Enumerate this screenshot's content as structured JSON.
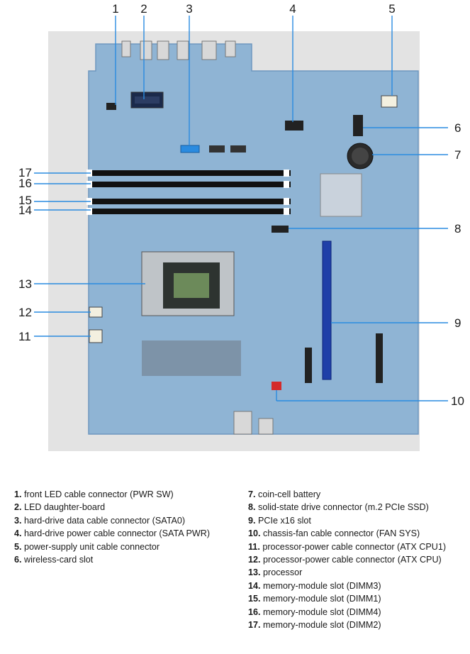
{
  "callouts": [
    "1",
    "2",
    "3",
    "4",
    "5",
    "6",
    "7",
    "8",
    "9",
    "10",
    "11",
    "12",
    "13",
    "14",
    "15",
    "16",
    "17"
  ],
  "legend": [
    {
      "num": "1.",
      "text": "front LED cable connector (PWR SW)"
    },
    {
      "num": "2.",
      "text": "LED daughter-board"
    },
    {
      "num": "3.",
      "text": "hard-drive data cable connector (SATA0)"
    },
    {
      "num": "4.",
      "text": "hard-drive power cable connector (SATA PWR)"
    },
    {
      "num": "5.",
      "text": "power-supply unit cable connector"
    },
    {
      "num": "6.",
      "text": "wireless-card slot"
    },
    {
      "num": "7.",
      "text": "coin-cell battery"
    },
    {
      "num": "8.",
      "text": "solid-state drive connector (m.2 PCIe SSD)"
    },
    {
      "num": "9.",
      "text": "PCIe x16 slot"
    },
    {
      "num": "10.",
      "text": "chassis-fan cable connector (FAN SYS)"
    },
    {
      "num": "11.",
      "text": "processor-power cable connector (ATX CPU1)"
    },
    {
      "num": "12.",
      "text": "processor-power cable connector (ATX CPU)"
    },
    {
      "num": "13.",
      "text": "processor"
    },
    {
      "num": "14.",
      "text": "memory-module slot (DIMM3)"
    },
    {
      "num": "15.",
      "text": "memory-module slot (DIMM1)"
    },
    {
      "num": "16.",
      "text": "memory-module slot (DIMM4)"
    },
    {
      "num": "17.",
      "text": "memory-module slot (DIMM2)"
    }
  ],
  "colors": {
    "board": "#8fb4d4",
    "board_dark": "#6f97bf",
    "slot": "#111111",
    "pcie": "#1f3fa8",
    "sata": "#2a8be0",
    "fan": "#d42a2a"
  }
}
